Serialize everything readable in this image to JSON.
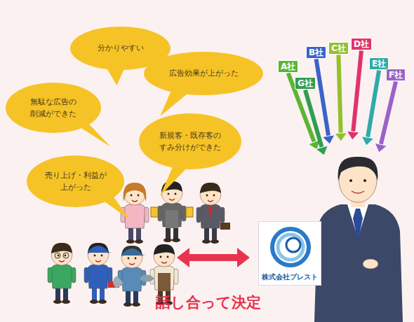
{
  "diagram": {
    "nodes": [
      {
        "text": [
          "分かりやすい"
        ]
      },
      {
        "text": [
          "広告効果が上がった"
        ]
      },
      {
        "text": [
          "無駄な広告の削減ができた"
        ]
      },
      {
        "text": [
          "新規客・既存客のすみ分けができた"
        ]
      },
      {
        "text": [
          "売り上げ・利益が上がった"
        ]
      },
      {
        "text": [
          "A社"
        ]
      },
      {
        "text": [
          "B社"
        ]
      },
      {
        "text": [
          "C社"
        ]
      },
      {
        "text": [
          "D社"
        ]
      },
      {
        "text": [
          "E社"
        ]
      },
      {
        "text": [
          "F社"
        ]
      },
      {
        "text": [
          "G社"
        ]
      },
      {
        "text": [
          "株式会社プレスト"
        ]
      }
    ],
    "labels": [
      "話し合って決定"
    ]
  }
}
